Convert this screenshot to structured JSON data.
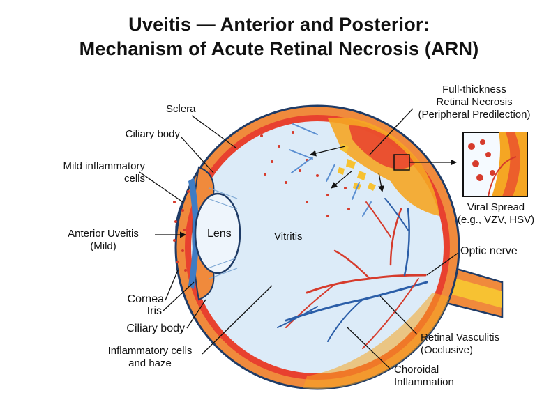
{
  "title": {
    "line1": "Uveitis — Anterior and Posterior:",
    "line2": "Mechanism of Acute Retinal Necrosis (ARN)"
  },
  "labels": {
    "sclera": "Sclera",
    "ciliary_body_top": "Ciliary body",
    "mild_cells_1": "Mild inflammatory",
    "mild_cells_2": "cells",
    "anterior_uveitis_1": "Anterior Uveitis",
    "anterior_uveitis_2": "(Mild)",
    "lens": "Lens",
    "vitritis": "Vitritis",
    "cornea": "Cornea",
    "iris": "Iris",
    "ciliary_body_bottom": "Ciliary body",
    "inflam_haze_1": "Inflammatory cells",
    "inflam_haze_2": "and haze",
    "necrosis_1": "Full-thickness",
    "necrosis_2": "Retinal Necrosis",
    "necrosis_3": "(Peripheral Predilection)",
    "viral_1": "Viral Spread",
    "viral_2": "(e.g., VZV, HSV)",
    "optic_nerve": "Optic nerve",
    "vasculitis_1": "Retinal Vasculitis",
    "vasculitis_2": "(Occlusive)",
    "choroidal_1": "Choroidal",
    "choroidal_2": "Inflammation"
  },
  "colors": {
    "sclera": "#f08a3c",
    "retina": "#e8412f",
    "vitreous": "#dcebf8",
    "outline": "#1f3b66",
    "iris": "#3f7cc4",
    "necrosis": "#f5a623",
    "vessel_red": "#d63b2c",
    "vessel_blue": "#2b5ea8",
    "optic_yellow": "#f7c232"
  }
}
